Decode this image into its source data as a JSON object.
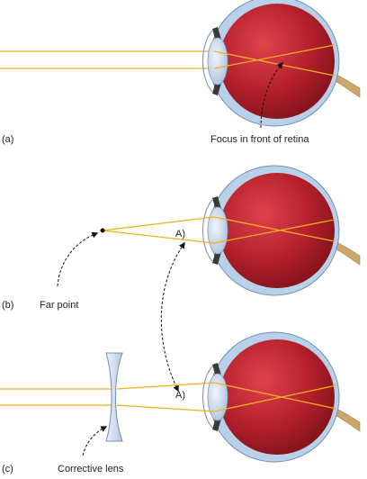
{
  "panels": [
    {
      "label": "(a)",
      "caption": "Focus in front of retina"
    },
    {
      "label": "(b)",
      "caption": "Far point",
      "marker": "A)"
    },
    {
      "label": "(c)",
      "caption": "Corrective lens",
      "marker": "A)"
    }
  ],
  "colors": {
    "ray": "#f2b01e",
    "eyeball": "#b3202c",
    "eyeball_highlight": "#e0424c",
    "sclera": "#b8d0e8",
    "sclera_edge": "#6f8fb4",
    "lens": "#d4dff0",
    "lens_edge": "#7a9bc4",
    "iris": "#3a3a3a",
    "nerve": "#c9a86a",
    "corrective_lens": "#dbe5f2",
    "arrow": "#111111"
  }
}
